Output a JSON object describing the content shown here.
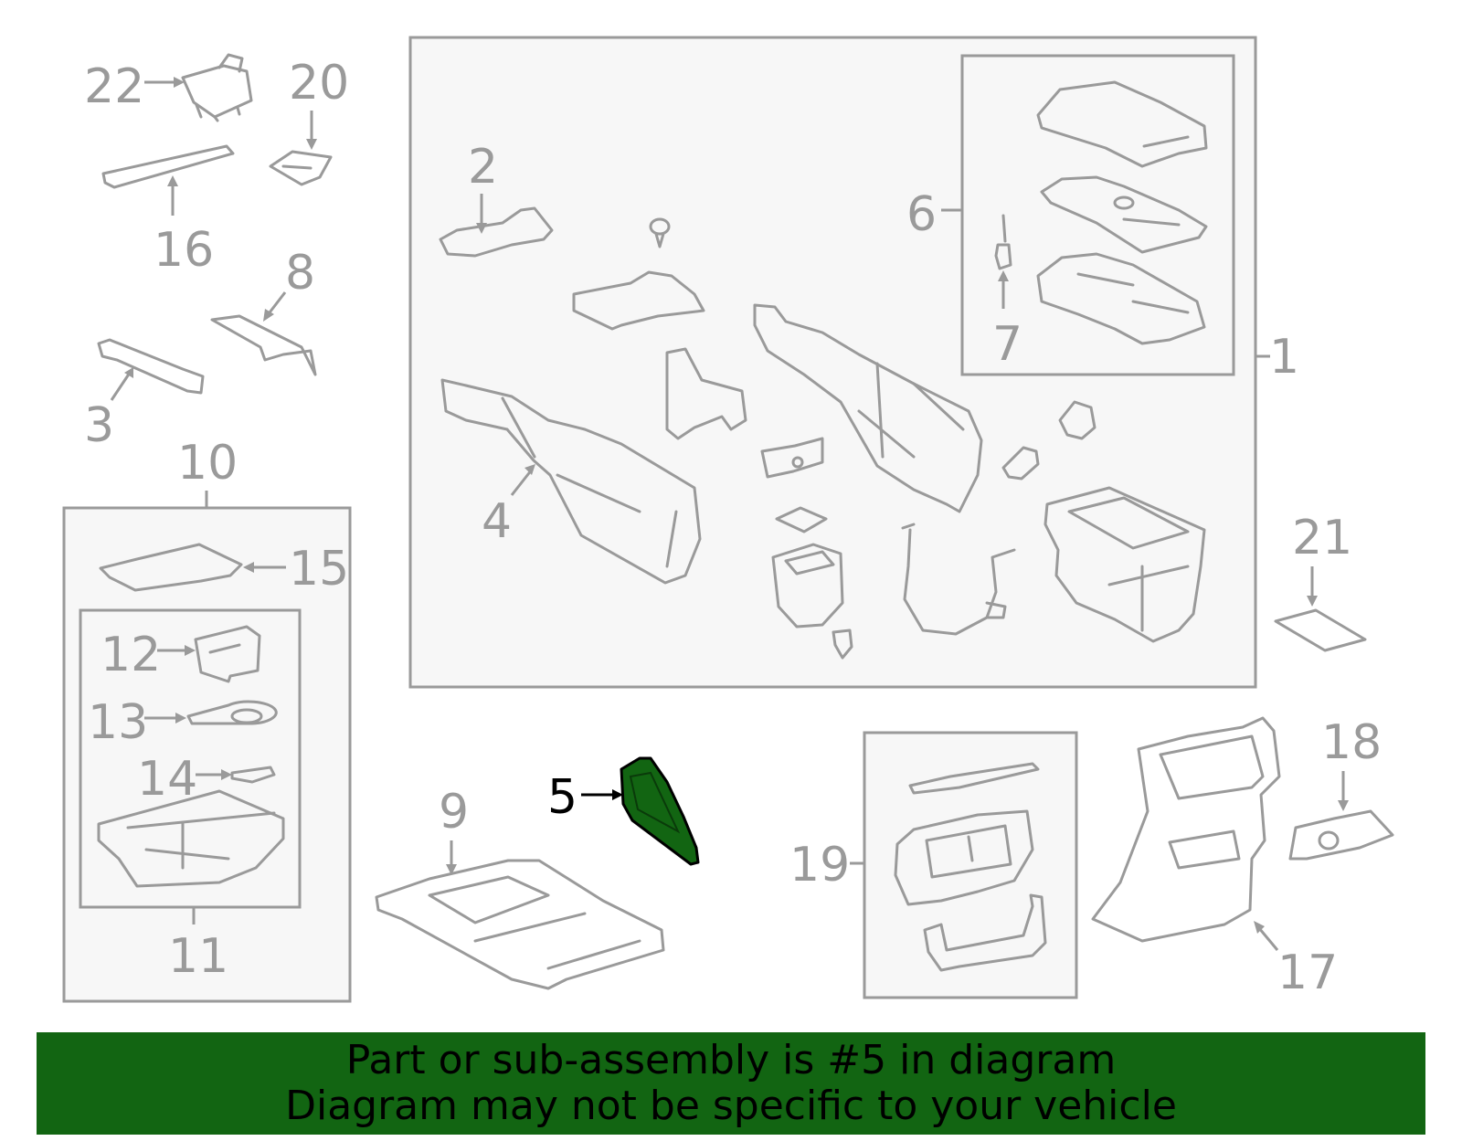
{
  "diagram": {
    "callouts": {
      "c1": "1",
      "c2": "2",
      "c3": "3",
      "c4": "4",
      "c5": "5",
      "c6": "6",
      "c7": "7",
      "c8": "8",
      "c9": "9",
      "c10": "10",
      "c11": "11",
      "c12": "12",
      "c13": "13",
      "c14": "14",
      "c15": "15",
      "c16": "16",
      "c17": "17",
      "c18": "18",
      "c19": "19",
      "c20": "20",
      "c21": "21",
      "c22": "22"
    },
    "highlighted_part": "5",
    "colors": {
      "line": "#9a9a9a",
      "box_fill": "#f7f7f7",
      "highlight": "#126512",
      "banner": "#126512"
    }
  },
  "banner": {
    "line1": "Part or sub-assembly is #5 in diagram",
    "line2": "Diagram may not be specific to your vehicle"
  }
}
